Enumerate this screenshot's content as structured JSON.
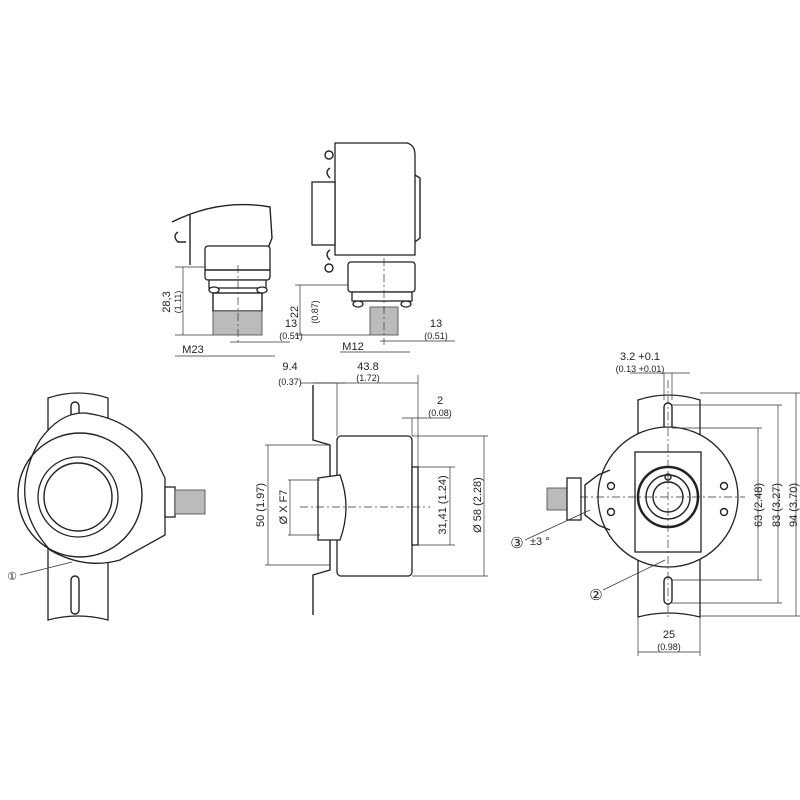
{
  "top_left_view": {
    "dim_height": "28,3",
    "dim_height_in": "(1.11)",
    "dim_offset": "13",
    "dim_offset_in": "(0.51)",
    "thread": "M23"
  },
  "top_right_view": {
    "dim_height": "22",
    "dim_height_in": "(0.87)",
    "dim_offset": "13",
    "dim_offset_in": "(0.51)",
    "thread": "M12"
  },
  "left_view": {
    "callout_1": "①"
  },
  "side_view": {
    "dim_flange": "9.4",
    "dim_flange_in": "(0.37)",
    "dim_length": "43.8",
    "dim_length_in": "(1.72)",
    "dim_step": "2",
    "dim_step_in": "(0.08)",
    "dim_50": "50 (1.97)",
    "dim_bore": "Ø X F7",
    "dim_31": "31,41 (1.24)",
    "dim_58": "Ø 58 (2.28)"
  },
  "front_view": {
    "dim_slot": "3.2 +0.1",
    "dim_slot_in": "(0.13 +0.01)",
    "dim_63": "63 (2.48)",
    "dim_83": "83 (3.27)",
    "dim_94": "94 (3.70)",
    "dim_width": "25",
    "dim_width_in": "(0.98)",
    "callout_3": "③",
    "angle": "±3 °",
    "callout_2": "②"
  }
}
